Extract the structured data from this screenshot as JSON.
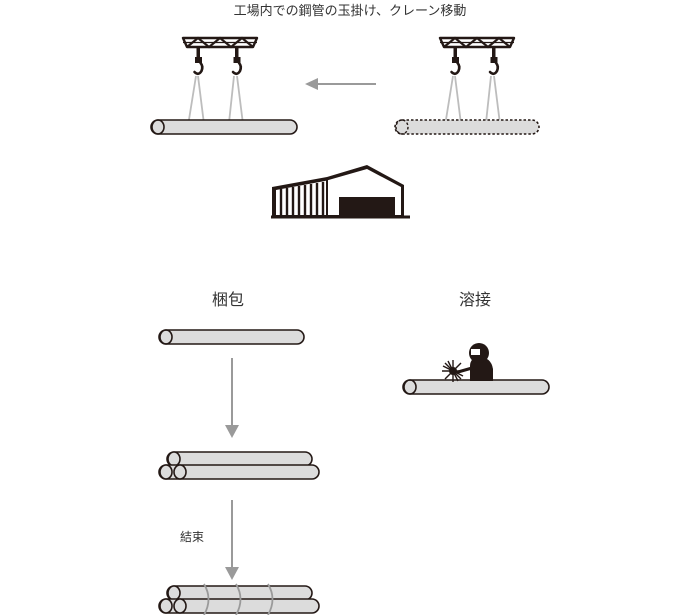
{
  "title": "工場内での鋼管の玉掛け、クレーン移動",
  "packing_label": "梱包",
  "welding_label": "溶接",
  "binding_label": "結束",
  "colors": {
    "pipe_fill": "#dcdcdc",
    "arrow": "#9a9a9a",
    "ink": "#231815",
    "sling": "#bdbdbd"
  }
}
